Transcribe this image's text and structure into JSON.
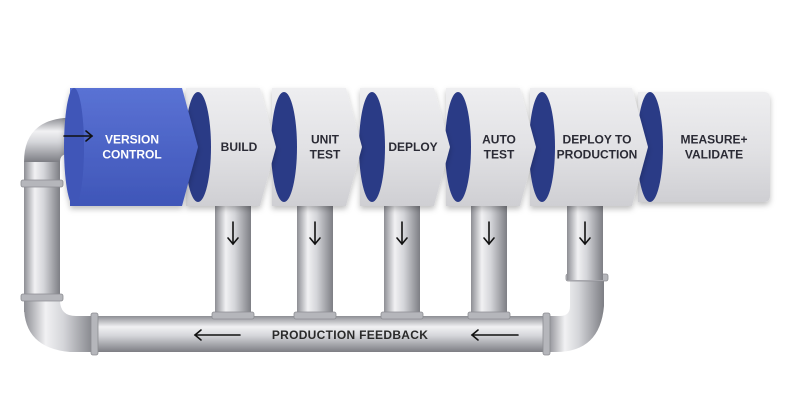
{
  "stages": [
    {
      "lines": [
        "VERSION",
        "CONTROL"
      ],
      "active": true
    },
    {
      "lines": [
        "BUILD"
      ]
    },
    {
      "lines": [
        "UNIT",
        "TEST"
      ]
    },
    {
      "lines": [
        "DEPLOY"
      ]
    },
    {
      "lines": [
        "AUTO",
        "TEST"
      ]
    },
    {
      "lines": [
        "DEPLOY TO",
        "PRODUCTION"
      ]
    },
    {
      "lines": [
        "MEASURE+",
        "VALIDATE"
      ]
    }
  ],
  "feedback_label": "PRODUCTION FEEDBACK",
  "colors": {
    "active_stage": "#4a63c6",
    "stage_fill": "#e3e3e5",
    "stage_end": "#2c3a86",
    "pipe": "#c8c9cd",
    "arrow": "#111111"
  }
}
